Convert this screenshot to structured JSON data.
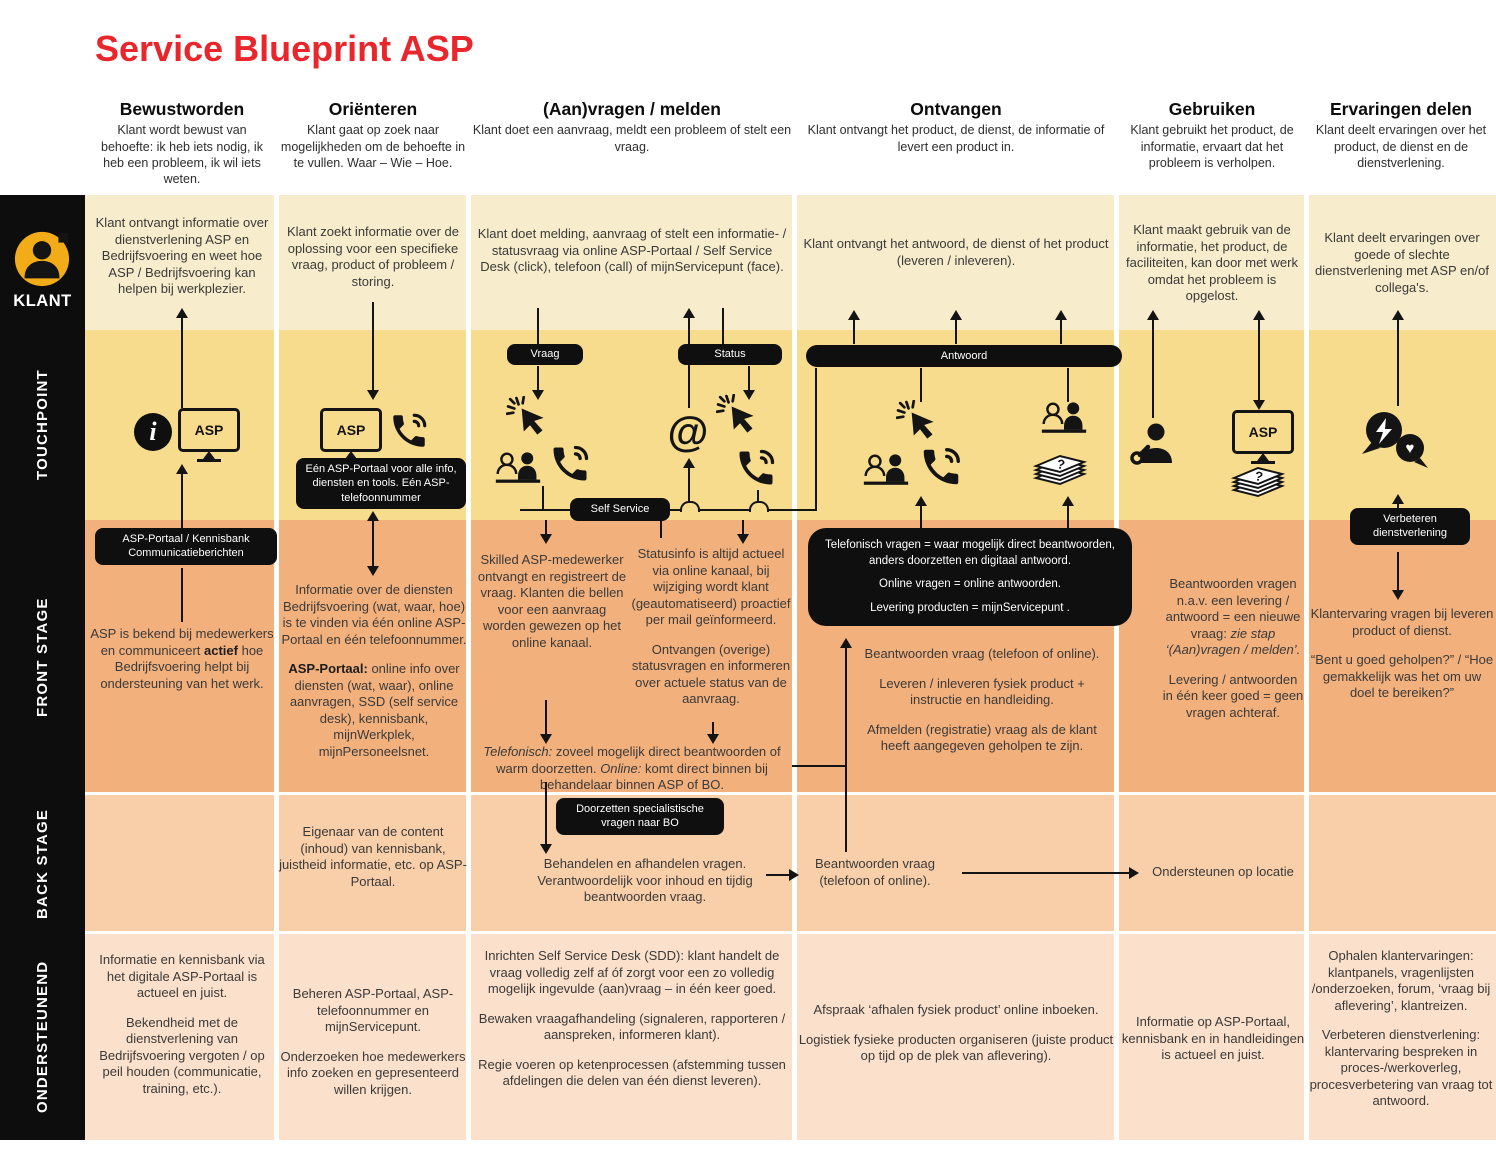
{
  "title": "Service Blueprint ASP",
  "lanes": {
    "klant": "KLANT",
    "touchpoint": "TOUCHPOINT",
    "frontstage": "FRONT STAGE",
    "backstage": "BACK STAGE",
    "ondersteunend": "ONDERSTEUNEND"
  },
  "phases": [
    {
      "label": "Bewustworden",
      "desc": "Klant wordt bewust van behoefte: ik heb iets nodig, ik heb een probleem, ik wil iets weten."
    },
    {
      "label": "Oriënteren",
      "desc": "Klant gaat op zoek naar mogelijkheden om de behoefte in te vullen. Waar – Wie – Hoe."
    },
    {
      "label": "(Aan)vragen / melden",
      "desc": "Klant doet een aanvraag, meldt een probleem of stelt een vraag."
    },
    {
      "label": "Ontvangen",
      "desc": "Klant ontvangt het product, de dienst, de informatie of levert een product in."
    },
    {
      "label": "Gebruiken",
      "desc": "Klant gebruikt het product, de informatie, ervaart dat het probleem is verholpen."
    },
    {
      "label": "Ervaringen delen",
      "desc": "Klant deelt ervaringen over het product, de dienst en de dienstverlening."
    }
  ],
  "klant_row": {
    "c1": "Klant ontvangt informatie over dienstverlening ASP en Bedrijfsvoering en weet hoe ASP / Bedrijfsvoering kan helpen bij werkplezier.",
    "c2": "Klant zoekt informatie over de oplossing voor een specifieke vraag, product of probleem / storing.",
    "c3": "Klant doet melding, aanvraag of stelt een informatie- / statusvraag via online ASP-Portaal / Self Service Desk (click), telefoon (call) of mijnServicepunt (face).",
    "c4": "Klant ontvangt het antwoord, de dienst of het product (leveren / inleveren).",
    "c5": "Klant maakt gebruik van de informatie, het product, de faciliteiten, kan door met werk omdat het probleem is opgelost.",
    "c6": "Klant deelt ervaringen over goede of slechte dienstverlening met ASP en/of collega's."
  },
  "touchpoint": {
    "asp_label": "ASP",
    "pills": {
      "vraag": "Vraag",
      "status": "Status",
      "antwoord": "Antwoord",
      "self_service": "Self Service",
      "portal": "Eén ASP-Portaal voor alle info, diensten en tools. Eén ASP-telefoonnummer",
      "verbeteren": "Verbeteren dienstverlening"
    }
  },
  "frontstage": {
    "kennisbank_pill": "ASP-Portaal / Kennisbank Communicatieberichten",
    "c1": [
      "ASP is bekend bij medewerkers en communiceert ",
      "actief",
      " hoe Bedrijfsvoering helpt bij ondersteuning van het werk."
    ],
    "c2a": "Informatie over de diensten Bedrijfsvoering (wat, waar, hoe) is te vinden via één online ASP-Portaal en één telefoonnummer.",
    "c2b_bold": "ASP-Portaal:",
    "c2b_rest": " online info over diensten (wat, waar), online aanvragen, SSD (self service desk), kennisbank, mijnWerkplek, mijnPersoneelsnet.",
    "c3a": "Skilled ASP-medewerker ontvangt en registreert de vraag. Klanten die bellen voor een aanvraag worden gewezen op het online kanaal.",
    "c3b": "Statusinfo is altijd actueel via online kanaal, bij wijziging wordt klant (geautomatiseerd) proactief per mail geïnformeerd.",
    "c3c": "Ontvangen (overige) statusvragen en informeren over actuele status van de aanvraag.",
    "c3d": [
      "Telefonisch:",
      " zoveel mogelijk direct beantwoorden of warm doorzetten. ",
      "Online:",
      " komt direct binnen bij behandelaar binnen ASP of BO."
    ],
    "c4_black": [
      "Telefonisch vragen = waar mogelijk direct beantwoorden, anders doorzetten en digitaal antwoord.",
      "Online vragen = online antwoorden.",
      "Levering producten = mijnServicepunt ."
    ],
    "c4a": "Beantwoorden vraag (telefoon of online).",
    "c4b": "Leveren / inleveren fysiek product + instructie en handleiding.",
    "c4c": "Afmelden (registratie) vraag als de klant heeft aangegeven geholpen te zijn.",
    "c5a": [
      "Beantwoorden vragen n.a.v. een levering / antwoord = een nieuwe vraag: ",
      "zie stap ‘(Aan)vragen / melden’."
    ],
    "c5b": "Levering / antwoorden in één keer goed = geen vragen achteraf.",
    "c6a": "Klantervaring vragen bij leveren product of dienst.",
    "c6b": "“Bent u goed geholpen?” / “Hoe gemakkelijk was het om uw doel te bereiken?”"
  },
  "backstage": {
    "doorzetten_pill": "Doorzetten specialistische vragen naar BO",
    "c2": "Eigenaar van de content (inhoud) van kennisbank, juistheid informatie, etc. op ASP-Portaal.",
    "c3": "Behandelen en afhandelen vragen. Verantwoordelijk voor inhoud en tijdig beantwoorden vraag.",
    "c4": "Beantwoorden vraag (telefoon of online).",
    "c5": "Ondersteunen op locatie"
  },
  "ondersteunend": {
    "c1a": "Informatie en kennisbank via het digitale ASP-Portaal is actueel en juist.",
    "c1b": "Bekendheid met de dienstverlening van Bedrijfsvoering vergoten / op peil houden (communicatie, training, etc.).",
    "c2a": "Beheren ASP-Portaal, ASP-telefoonnummer en mijnServicepunt.",
    "c2b": "Onderzoeken hoe medewerkers info zoeken en gepresenteerd willen krijgen.",
    "c3a": "Inrichten Self Service Desk (SDD): klant handelt de vraag volledig zelf af óf zorgt voor een zo volledig mogelijk ingevulde (aan)vraag – in één keer goed.",
    "c3b": "Bewaken vraagafhandeling (signaleren, rapporteren / aanspreken, informeren klant).",
    "c3c": "Regie voeren op ketenprocessen (afstemming tussen afdelingen die delen van één dienst leveren).",
    "c4a": "Afspraak ‘afhalen fysiek product’ online inboeken.",
    "c4b": "Logistiek fysieke producten organiseren (juiste product op tijd op de plek van aflevering).",
    "c5": "Informatie op ASP-Portaal, kennisbank en in handleidingen is actueel en juist.",
    "c6a": "Ophalen klantervaringen: klantpanels, vragenlijsten /onderzoeken, forum, ‘vraag bij aflevering’, klantreizen.",
    "c6b": "Verbeteren dienstverlening: klantervaring bespreken in proces-/werkoverleg, procesverbetering van vraag tot antwoord."
  },
  "icons": {
    "info_glyph": "i",
    "at_glyph": "@",
    "question_glyph": "?",
    "heart_glyph": "♥"
  },
  "colors": {
    "title_red": "#e8262b",
    "sidebar_bg": "#0d0d0d",
    "lane_klant_bg": "#f7eccb",
    "lane_touchpoint_bg": "#f8dc8d",
    "lane_frontstage_bg": "#f2b07c",
    "lane_backstage_bg": "#f8cfa9",
    "lane_ondersteunend_bg": "#fbe0cb",
    "pill_bg": "#0f0f0f",
    "avatar_yellow": "#f2ac18"
  }
}
